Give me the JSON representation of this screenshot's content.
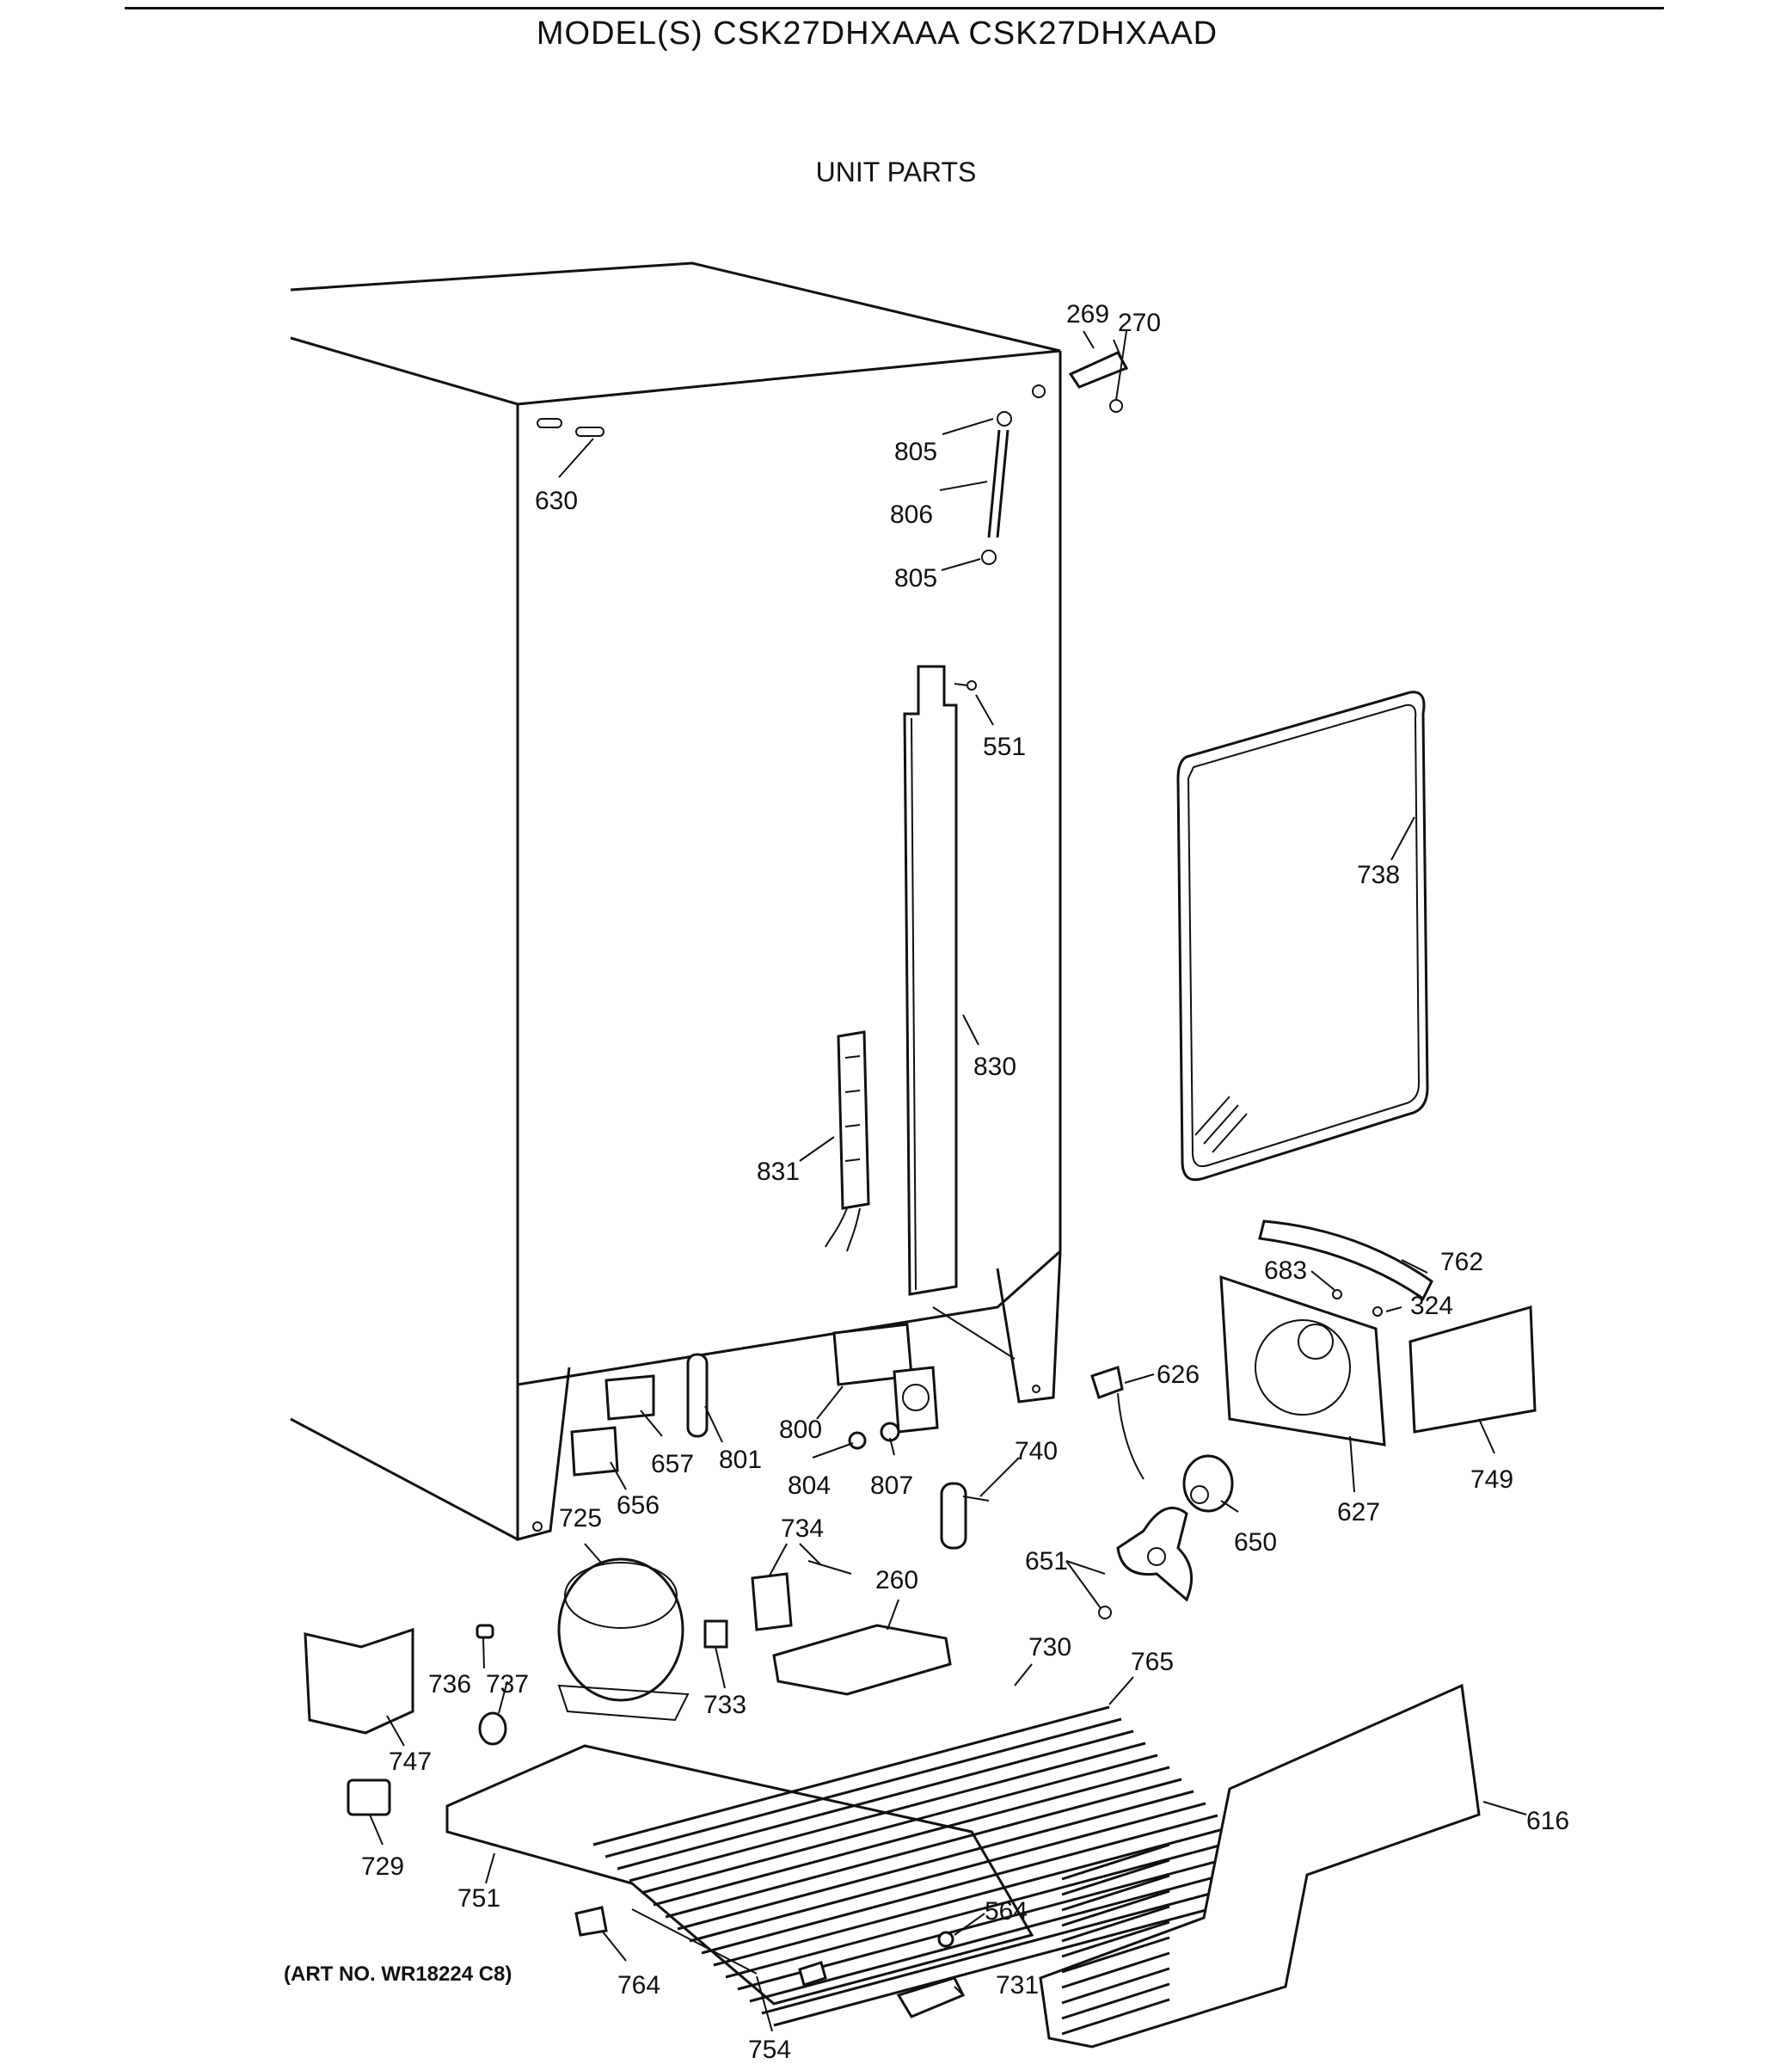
{
  "header": {
    "models": "MODEL(S) CSK27DHXAAA  CSK27DHXAAD",
    "section": "UNIT PARTS"
  },
  "footer": {
    "art_no": "(ART NO. WR18224 C8)"
  },
  "parts": [
    {
      "id": "p269",
      "label": "269"
    },
    {
      "id": "p270",
      "label": "270"
    },
    {
      "id": "p805a",
      "label": "805"
    },
    {
      "id": "p806",
      "label": "806"
    },
    {
      "id": "p805b",
      "label": "805"
    },
    {
      "id": "p630",
      "label": "630"
    },
    {
      "id": "p551",
      "label": "551"
    },
    {
      "id": "p738",
      "label": "738"
    },
    {
      "id": "p830",
      "label": "830"
    },
    {
      "id": "p831",
      "label": "831"
    },
    {
      "id": "p762",
      "label": "762"
    },
    {
      "id": "p683",
      "label": "683"
    },
    {
      "id": "p324",
      "label": "324"
    },
    {
      "id": "p626",
      "label": "626"
    },
    {
      "id": "p749",
      "label": "749"
    },
    {
      "id": "p627",
      "label": "627"
    },
    {
      "id": "p650",
      "label": "650"
    },
    {
      "id": "p651",
      "label": "651"
    },
    {
      "id": "p800",
      "label": "800"
    },
    {
      "id": "p801",
      "label": "801"
    },
    {
      "id": "p657",
      "label": "657"
    },
    {
      "id": "p656",
      "label": "656"
    },
    {
      "id": "p804",
      "label": "804"
    },
    {
      "id": "p807",
      "label": "807"
    },
    {
      "id": "p740",
      "label": "740"
    },
    {
      "id": "p725",
      "label": "725"
    },
    {
      "id": "p734",
      "label": "734"
    },
    {
      "id": "p260",
      "label": "260"
    },
    {
      "id": "p730",
      "label": "730"
    },
    {
      "id": "p765",
      "label": "765"
    },
    {
      "id": "p736",
      "label": "736"
    },
    {
      "id": "p737",
      "label": "737"
    },
    {
      "id": "p733",
      "label": "733"
    },
    {
      "id": "p747",
      "label": "747"
    },
    {
      "id": "p729",
      "label": "729"
    },
    {
      "id": "p751",
      "label": "751"
    },
    {
      "id": "p616",
      "label": "616"
    },
    {
      "id": "p564",
      "label": "564"
    },
    {
      "id": "p764",
      "label": "764"
    },
    {
      "id": "p731",
      "label": "731"
    },
    {
      "id": "p754",
      "label": "754"
    }
  ]
}
